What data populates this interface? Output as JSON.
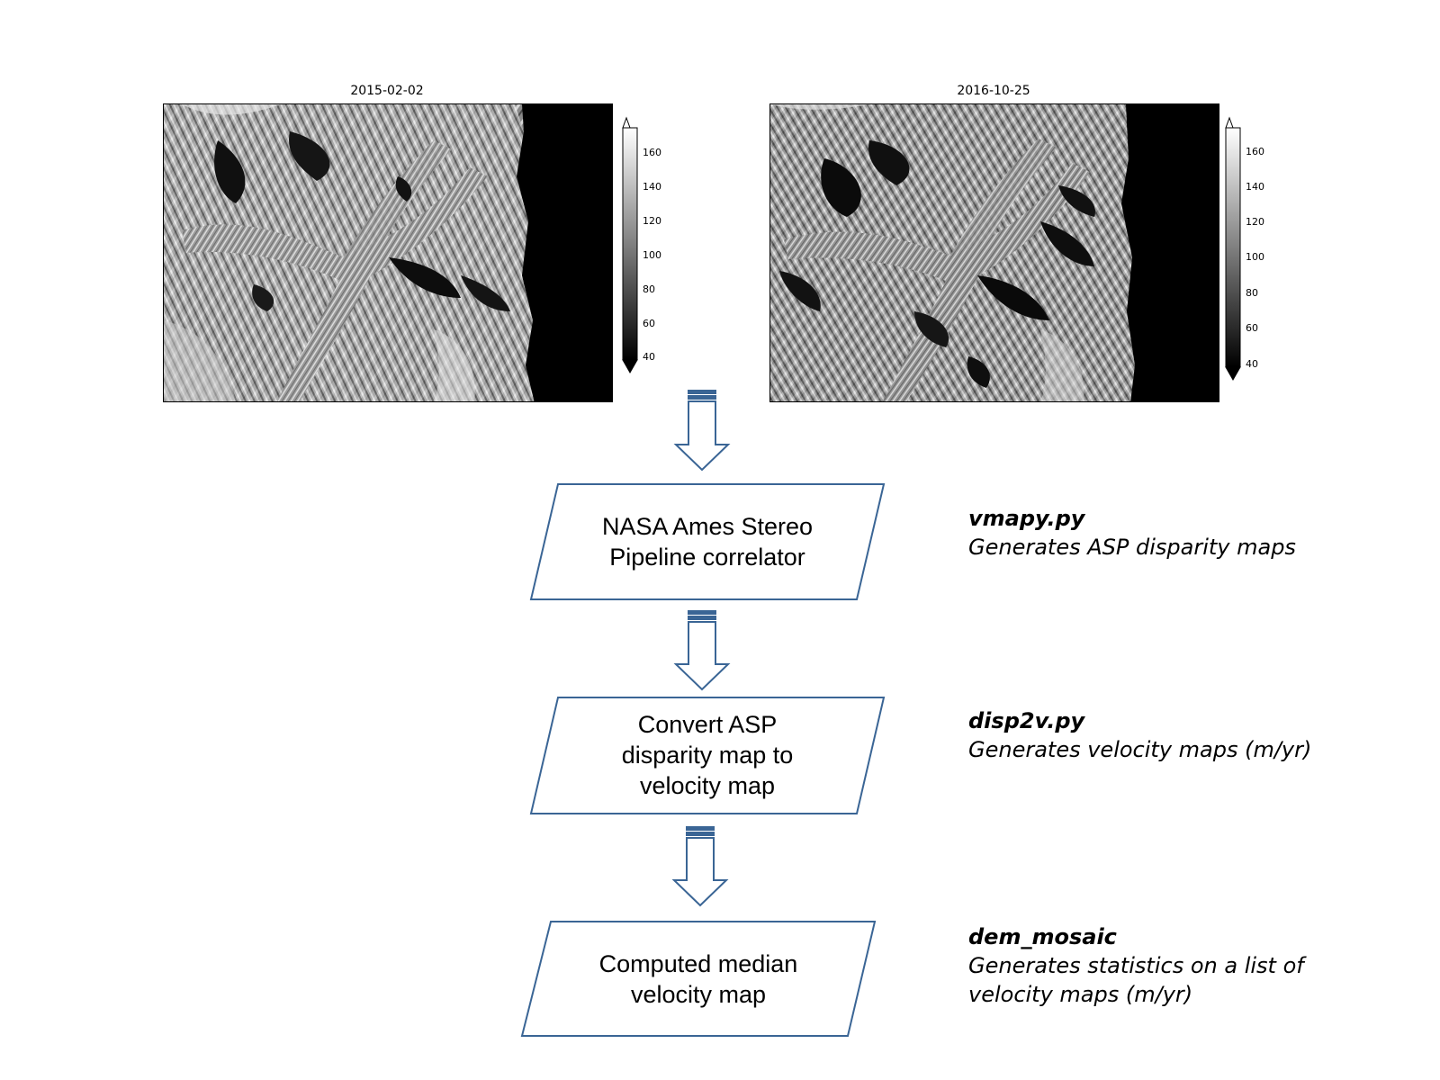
{
  "panels": [
    {
      "title": "2015-02-02",
      "colorbar": {
        "ticks": [
          "160",
          "140",
          "120",
          "100",
          "80",
          "60",
          "40"
        ],
        "extend": "both",
        "cmap": "gray"
      }
    },
    {
      "title": "2016-10-25",
      "colorbar": {
        "ticks": [
          "160",
          "140",
          "120",
          "100",
          "80",
          "60",
          "40"
        ],
        "extend": "both",
        "cmap": "gray"
      }
    }
  ],
  "flow": {
    "box_color": "#3a6595",
    "arrow_color": "#3a6595",
    "steps": [
      {
        "lines": [
          "NASA Ames Stereo",
          "Pipeline correlator"
        ],
        "script": "vmapy.py",
        "description": [
          "Generates ASP disparity maps"
        ]
      },
      {
        "lines": [
          "Convert ASP",
          "disparity map to",
          "velocity map"
        ],
        "script": "disp2v.py",
        "description": [
          "Generates velocity maps (m/yr)"
        ]
      },
      {
        "lines": [
          "Computed median",
          "velocity map"
        ],
        "script": "dem_mosaic",
        "description": [
          "Generates statistics on a list of",
          "velocity maps (m/yr)"
        ]
      }
    ]
  }
}
